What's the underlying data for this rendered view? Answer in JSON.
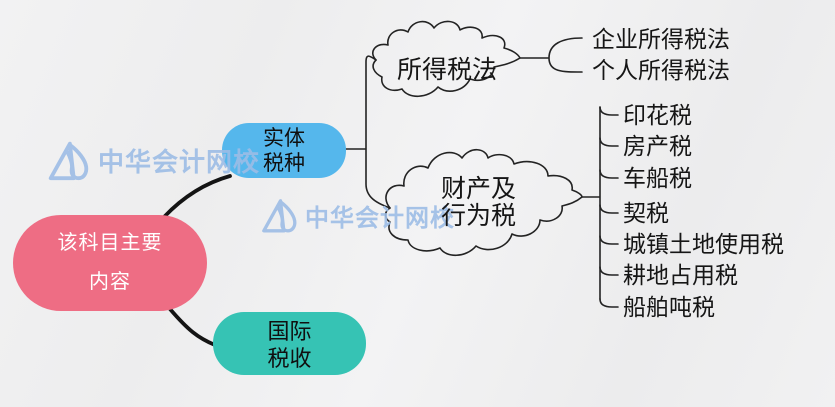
{
  "root": {
    "line1": "该科目主要",
    "line2": "内容"
  },
  "entity_node": {
    "line1": "实体",
    "line2": "税种"
  },
  "international_node": {
    "line1": "国际",
    "line2": "税收"
  },
  "income_cloud": {
    "label": "所得税法"
  },
  "property_cloud": {
    "line1": "财产及",
    "line2": "行为税"
  },
  "income_items": [
    "企业所得税法",
    "个人所得税法"
  ],
  "property_items": [
    "印花税",
    "房产税",
    "车船税",
    "契税",
    "城镇土地使用税",
    "耕地占用税",
    "船舶吨税"
  ],
  "watermark": {
    "text": "中华会计网校"
  },
  "colors": {
    "root-bg": "#ee6d84",
    "entity-bg": "#55b7ec",
    "intl-bg": "#36c3b4",
    "line": "#232323",
    "wm": "#9dbde6",
    "bg": "#efeff0"
  }
}
